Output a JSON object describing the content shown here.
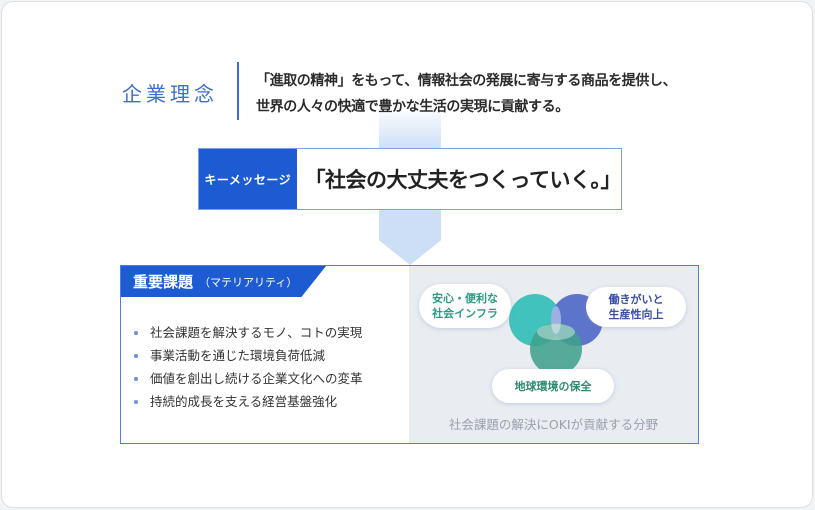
{
  "philosophy": {
    "label": "企業理念",
    "line1": "「進取の精神」をもって、情報社会の発展に寄与する商品を提供し、",
    "line2": "世界の人々の快適で豊かな生活の実現に貢献する。"
  },
  "key_message": {
    "label": "キーメッセージ",
    "text": "「社会の大丈夫をつくっていく。」"
  },
  "materiality": {
    "title": "重要課題",
    "subtitle": "（マテリアリティ）",
    "items": [
      "社会課題を解決するモノ、コトの実現",
      "事業活動を通じた環境負荷低減",
      "価値を創出し続ける企業文化への変革",
      "持続的成長を支える経営基盤強化"
    ],
    "venn": {
      "areas": [
        {
          "line1": "安心・便利な",
          "line2": "社会インフラ",
          "color": "#38c0b8"
        },
        {
          "line1": "働きがいと",
          "line2": "生産性向上",
          "color": "#5069c8"
        },
        {
          "line1": "地球環境の保全",
          "line2": "",
          "color": "#40a08c"
        }
      ],
      "caption": "社会課題の解決にOKIが貢献する分野"
    }
  },
  "colors": {
    "brand_blue": "#1d5bd2",
    "arrow_blue": "#cddff7",
    "panel_gray": "#e9ecf0"
  }
}
